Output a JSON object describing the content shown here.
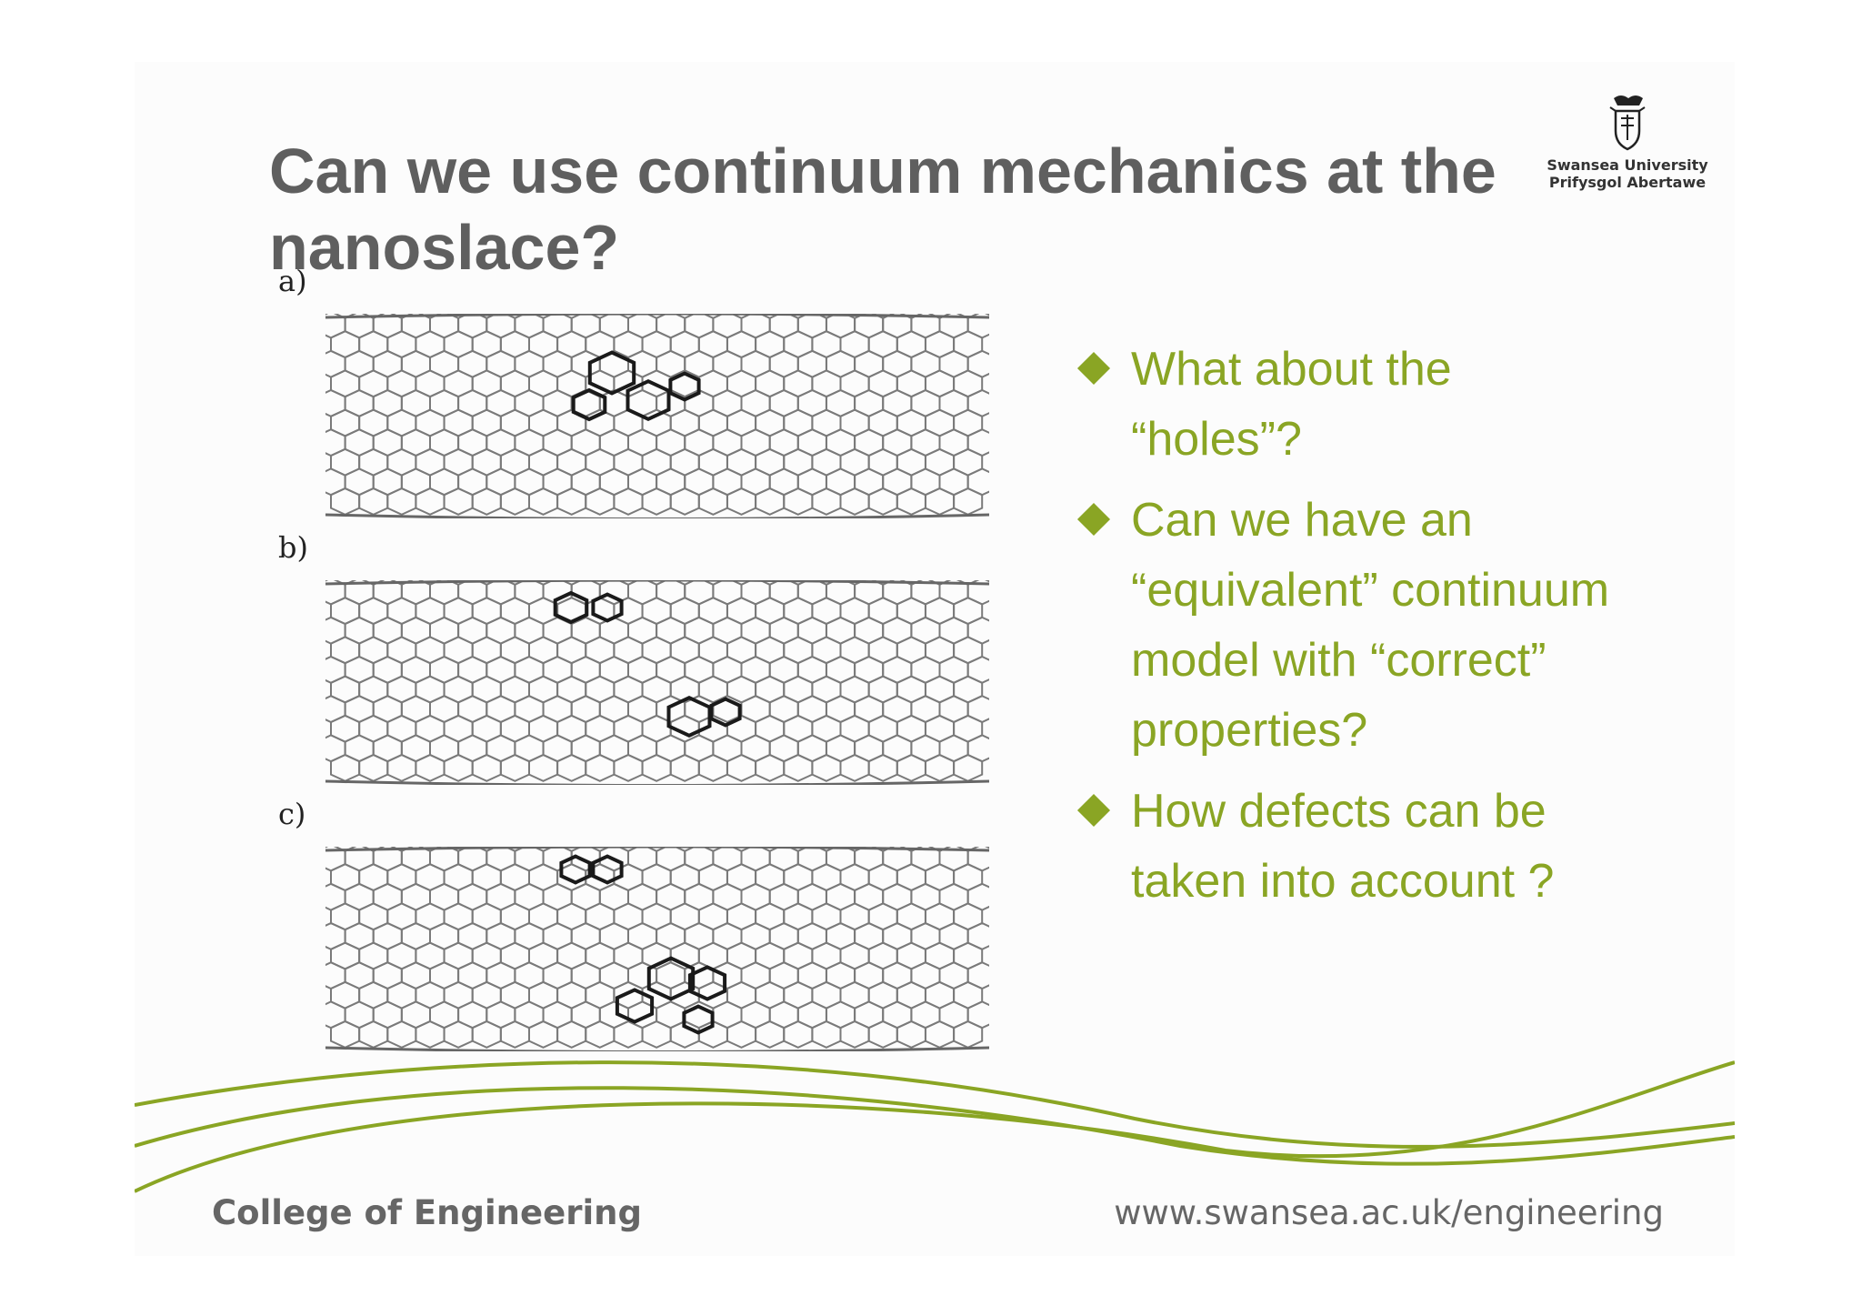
{
  "slide": {
    "title": "Can we use continuum mechanics at the nanoslace?",
    "logo": {
      "line1": "Swansea University",
      "line2": "Prifysgol Abertawe"
    },
    "figure": {
      "labels": [
        "a)",
        "b)",
        "c)"
      ]
    },
    "bullets": [
      {
        "lines": [
          "What about the",
          "“holes”?"
        ]
      },
      {
        "lines": [
          "Can we have an",
          "“equivalent” continuum",
          "model with “correct”",
          "properties?"
        ]
      },
      {
        "lines": [
          "How defects can be",
          "taken into account ?"
        ]
      }
    ],
    "footer": {
      "left": "College of Engineering",
      "right": "www.swansea.ac.uk/engineering"
    }
  },
  "colors": {
    "title": "#5f5f5f",
    "accent": "#8aa524",
    "footer": "#666666"
  }
}
